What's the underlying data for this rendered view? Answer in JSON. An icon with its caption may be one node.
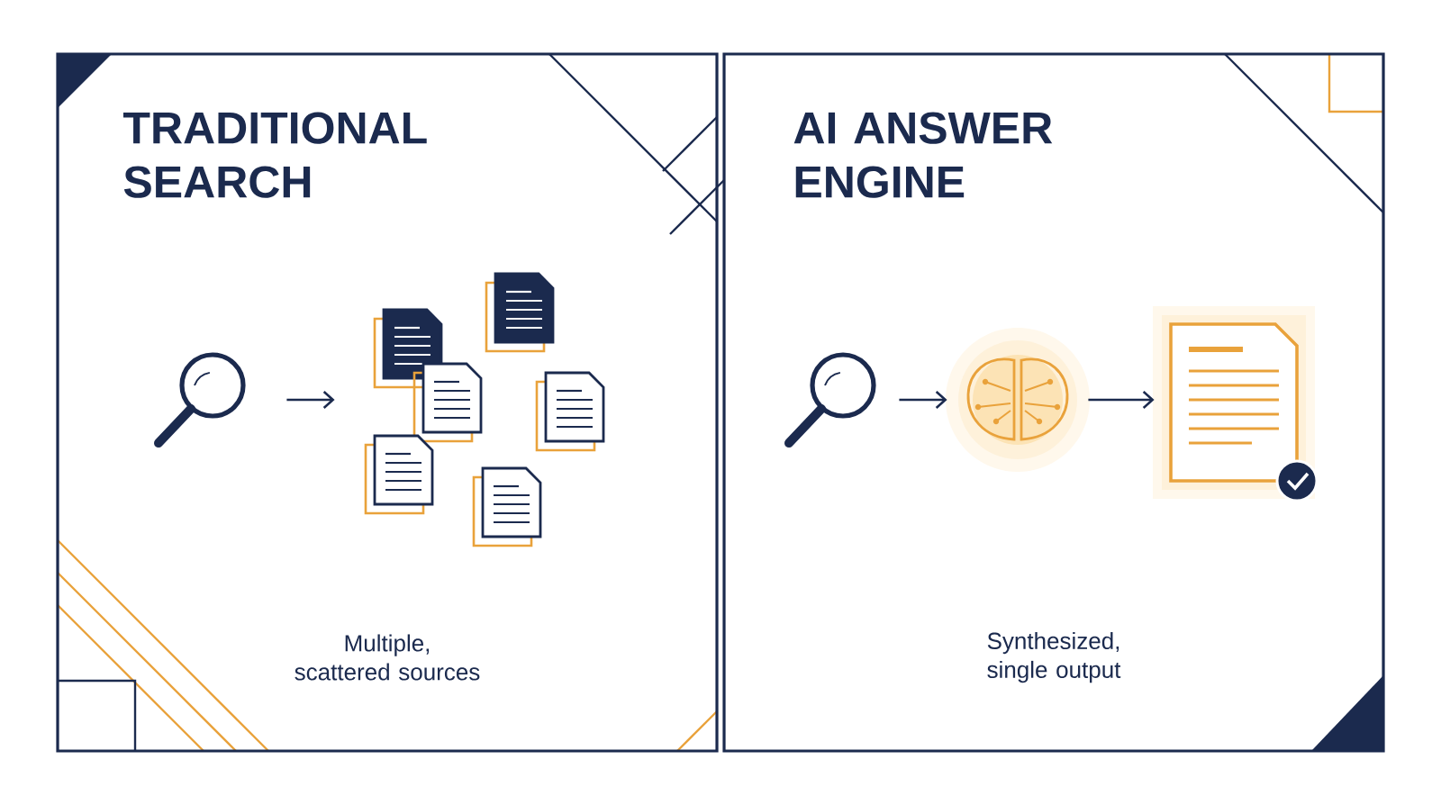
{
  "diagram": {
    "nodes": [
      {
        "text": [
          "TRADITIONAL SEARCH",
          "Multiple, scattered sources"
        ]
      },
      {
        "text": [],
        "shape": "magnifier",
        "in": 0
      },
      {
        "text": [],
        "shape": "documents",
        "in": 0
      },
      {
        "text": [
          "AI ANSWER ENGINE",
          "Synthesized, single output"
        ]
      },
      {
        "text": [],
        "shape": "magnifier",
        "in": 3
      },
      {
        "text": [],
        "shape": "brain",
        "in": 3
      },
      {
        "text": [],
        "shape": "document",
        "in": 3
      }
    ],
    "edges": [
      {
        "from": 1,
        "to": 2,
        "arrow": "to"
      },
      {
        "from": 4,
        "to": 5,
        "arrow": "to"
      },
      {
        "from": 5,
        "to": 6,
        "arrow": "to"
      }
    ]
  }
}
